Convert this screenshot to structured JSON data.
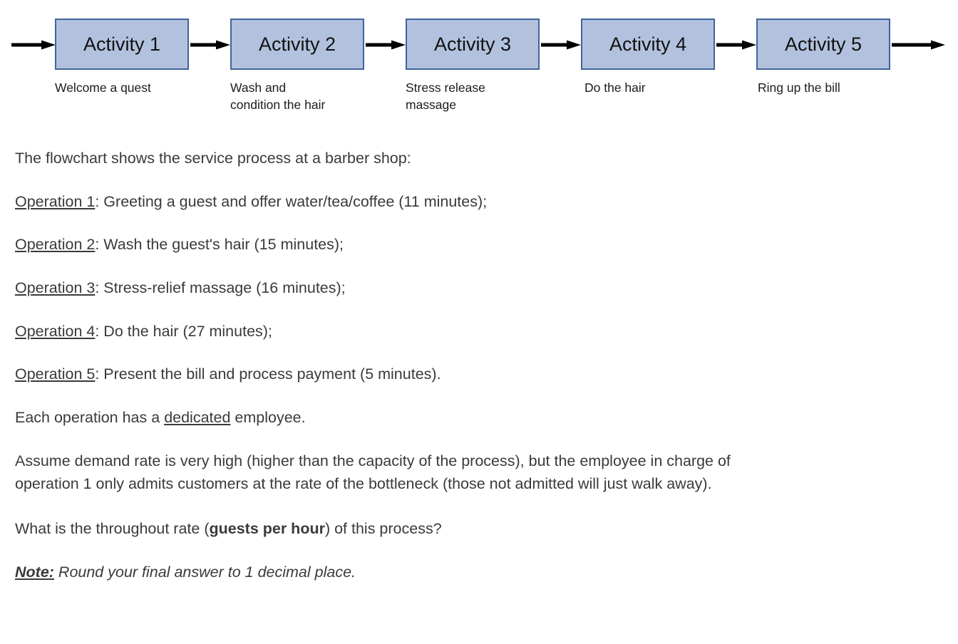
{
  "flowchart": {
    "clipped_top_fragment": "",
    "box_fill_color": "#b2c2de",
    "box_border_color": "#41639b",
    "arrow_color": "#000000",
    "nodes": [
      {
        "label": "Activity 1",
        "caption": "Welcome a quest"
      },
      {
        "label": "Activity 2",
        "caption": "Wash and\ncondition the hair"
      },
      {
        "label": "Activity 3",
        "caption": "Stress release\nmassage"
      },
      {
        "label": "Activity 4",
        "caption": "Do the hair"
      },
      {
        "label": "Activity 5",
        "caption": "Ring up the bill"
      }
    ]
  },
  "body": {
    "intro": "The flowchart shows the service process at a barber shop:",
    "operations": [
      {
        "label": "Operation 1",
        "text": ": Greeting a guest and offer water/tea/coffee (11 minutes);"
      },
      {
        "label": "Operation 2",
        "text": ": Wash the guest's hair (15 minutes);"
      },
      {
        "label": "Operation 3",
        "text": ": Stress-relief massage (16 minutes);"
      },
      {
        "label": "Operation 4",
        "text": ": Do the hair (27 minutes);"
      },
      {
        "label": "Operation 5",
        "text": ": Present the bill and process payment (5 minutes)."
      }
    ],
    "dedicated_line": {
      "before": "Each operation has a ",
      "emphasis": "dedicated",
      "after": " employee."
    },
    "assumption": "Assume demand rate is very high (higher than the capacity of the process), but the employee in charge of operation 1 only admits customers at the rate of the bottleneck (those not admitted will just walk away).",
    "question": {
      "before": "What is the throughout rate (",
      "emphasis": "guests per hour",
      "after": ") of this process?"
    },
    "note": {
      "lead": "Note:",
      "text": " Round your final answer to 1 decimal place."
    }
  }
}
